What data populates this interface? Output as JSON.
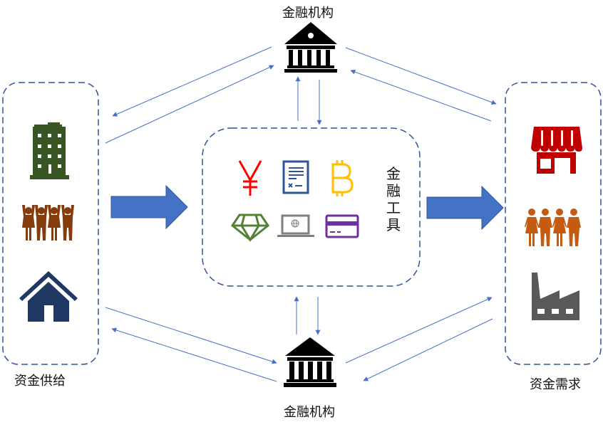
{
  "labels": {
    "supply": "资金供给",
    "demand": "资金需求",
    "institution_top": "金融机构",
    "institution_bottom": "金融机构",
    "instruments": "金融工具"
  },
  "supply_icons": [
    "office-building-icon",
    "people-cheering-icon",
    "house-icon"
  ],
  "demand_icons": [
    "storefront-icon",
    "family-group-icon",
    "factory-icon"
  ],
  "instrument_icons": [
    "yen-icon",
    "contract-document-icon",
    "bitcoin-icon",
    "diamond-icon",
    "laptop-globe-icon",
    "credit-card-icon"
  ],
  "colors": {
    "box_border": "#2f5597",
    "flow_arrow": "#4472c4",
    "thin_arrow": "#4472c4",
    "building": "#375623",
    "people_supply": "#843c0c",
    "house": "#203864",
    "store": "#c00000",
    "people_demand": "#c55a11",
    "factory": "#595959",
    "yen": "#ff0000",
    "document": "#2f5597",
    "bitcoin": "#ffc000",
    "diamond": "#548235",
    "laptop": "#7f7f7f",
    "card": "#7030a0",
    "bank": "#000000"
  }
}
